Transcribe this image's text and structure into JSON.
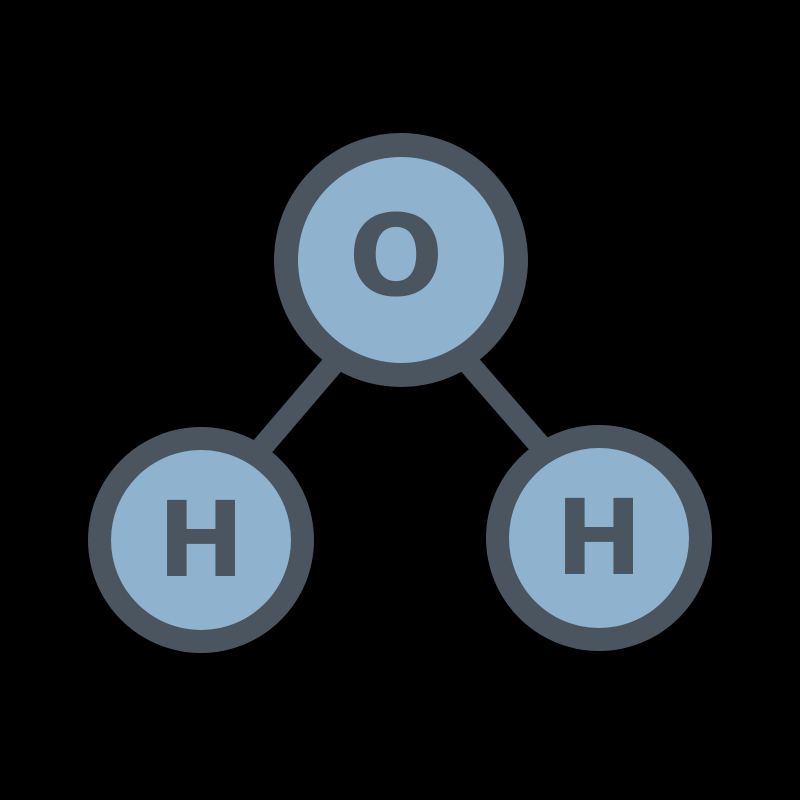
{
  "colors": {
    "background": "#000000",
    "atom_fill": "#8fb3cf",
    "outline": "#4b5560",
    "label": "#4b5560"
  },
  "molecule": {
    "atoms": [
      {
        "id": "oxygen",
        "symbol": "O"
      },
      {
        "id": "hydrogen-left",
        "symbol": "H"
      },
      {
        "id": "hydrogen-right",
        "symbol": "H"
      }
    ],
    "bonds": [
      {
        "from": "oxygen",
        "to": "hydrogen-left"
      },
      {
        "from": "oxygen",
        "to": "hydrogen-right"
      }
    ]
  }
}
